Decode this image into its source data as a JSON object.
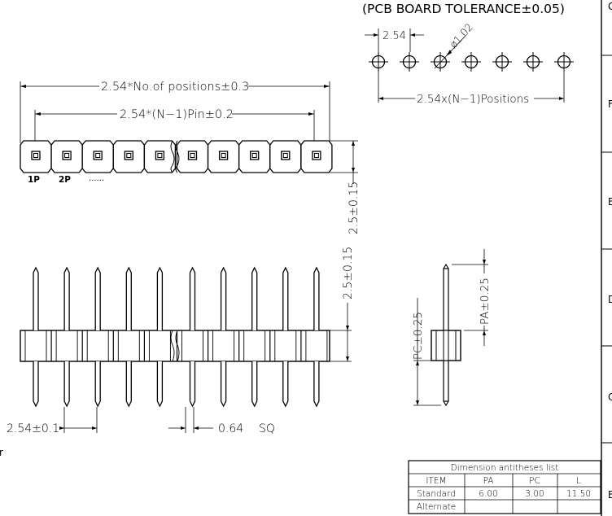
{
  "header": {
    "tolerance_note": "(PCB BOARD TOLERANCE±0.05)"
  },
  "hole_pattern": {
    "pitch": "2.54",
    "hole_dia": "ø1.02",
    "span": "2.54x(N−1)Positions",
    "hole_count": 7
  },
  "top_view": {
    "overall_dim": "2.54*No.of positions±0.3",
    "pin_dim": "2.54*(N−1)Pin±0.2",
    "label_1p": "1P",
    "label_2p": "2P",
    "label_more": "......",
    "height_dim": "2.5±0.15",
    "positions": 10
  },
  "front_view": {
    "top_dim": "2.5±0.15",
    "pitch_dim": "2.54±0.1",
    "pin_dim": "0.64",
    "pin_unit": "SQ",
    "pins": 10
  },
  "side_view": {
    "pa_dim": "PA±0.25",
    "pc_dim": "PC±0.25"
  },
  "dimension_table": {
    "title": "Dimension antitheses list",
    "headers": [
      "ITEM",
      "PA",
      "PC",
      "L"
    ],
    "rows": [
      [
        "Standard",
        "6.00",
        "3.00",
        "11.50"
      ],
      [
        "Alternate",
        "",
        "",
        ""
      ]
    ]
  },
  "frame": {
    "zone_letters": [
      "G",
      "F",
      "E",
      "D",
      "C",
      "B"
    ],
    "left_fragment": "r"
  }
}
